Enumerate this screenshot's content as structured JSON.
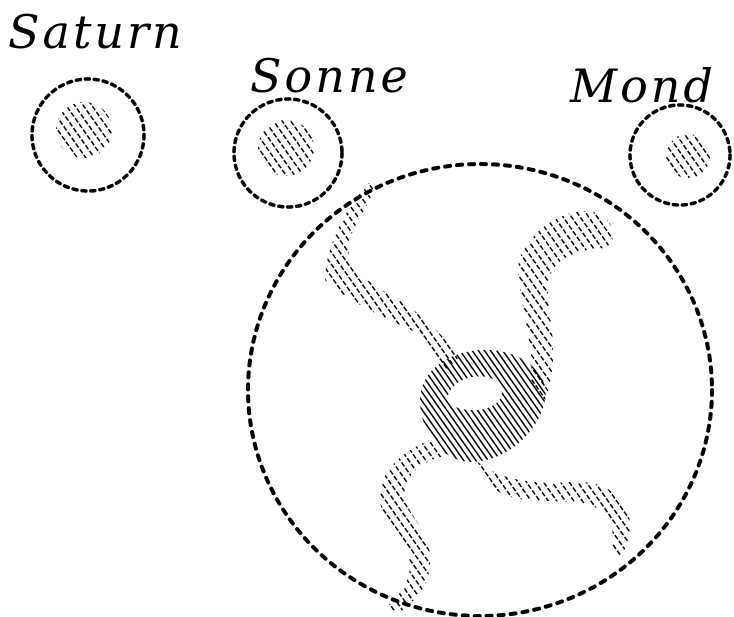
{
  "labels": {
    "saturn": "Saturn",
    "sonne": "Sonne",
    "mond": "Mond"
  },
  "colors": {
    "ink": "#000000",
    "paper": "#ffffff"
  }
}
